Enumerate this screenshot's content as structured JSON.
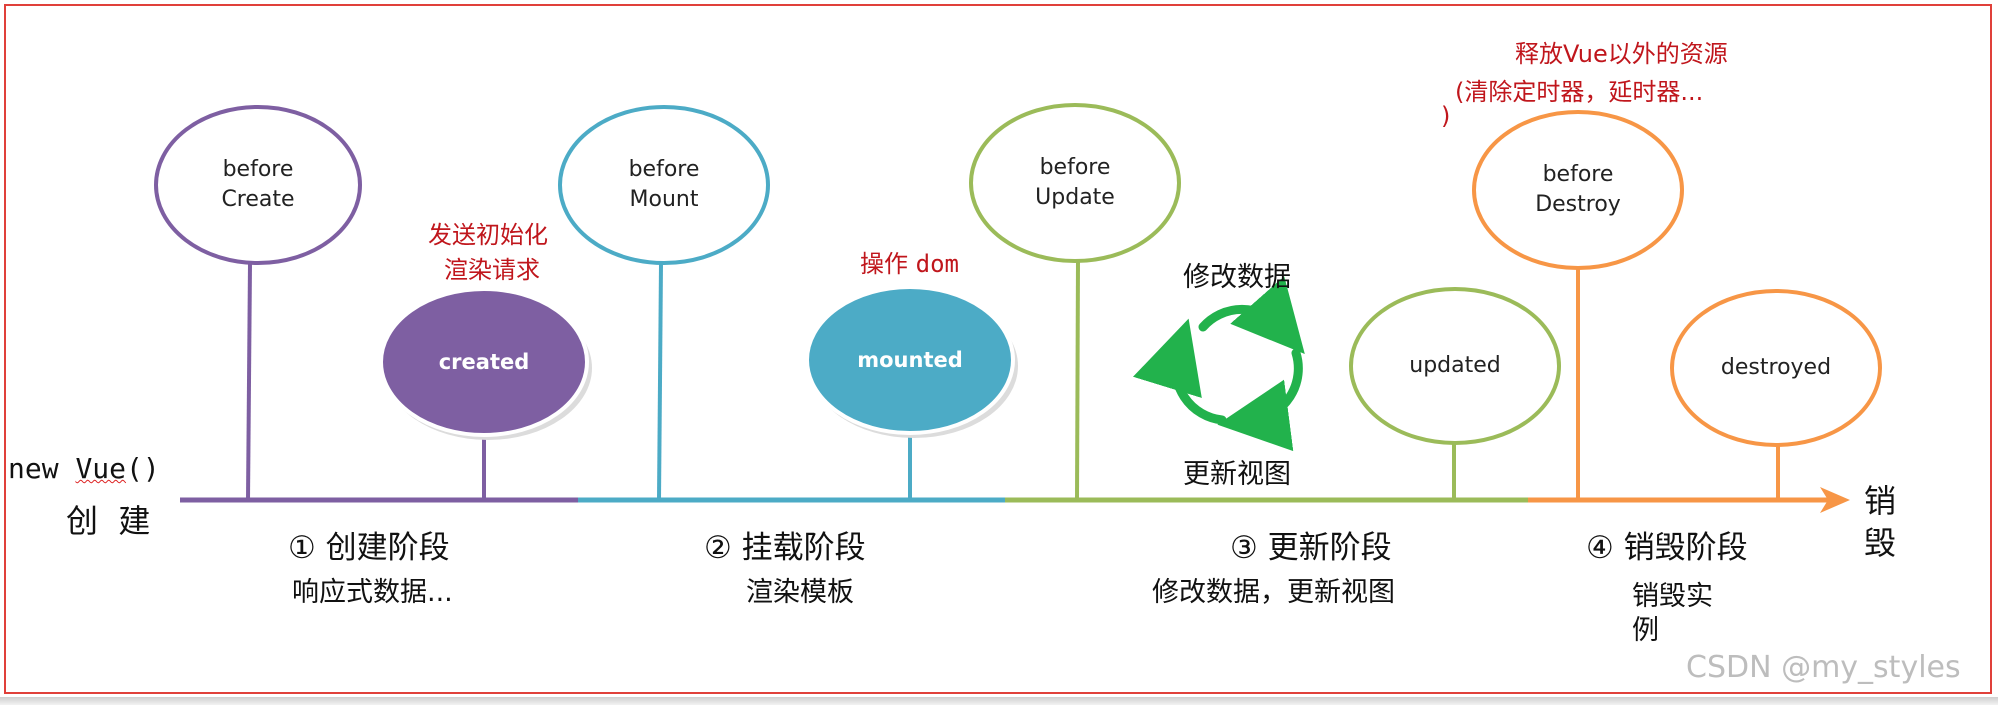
{
  "start_label": {
    "code_prefix": "new ",
    "code_word": "Vue",
    "code_suffix": "()",
    "caption": "创  建"
  },
  "end_label": {
    "line1": "销",
    "line2": "毁"
  },
  "hooks": [
    {
      "id": "before-create",
      "text": "before\nCreate",
      "color": "#7e5fa2",
      "filled": false
    },
    {
      "id": "created",
      "text": "created",
      "color": "#7e5fa2",
      "filled": true
    },
    {
      "id": "before-mount",
      "text": "before\nMount",
      "color": "#4cabc6",
      "filled": false
    },
    {
      "id": "mounted",
      "text": "mounted",
      "color": "#4cabc6",
      "filled": true
    },
    {
      "id": "before-update",
      "text": "before\nUpdate",
      "color": "#9bbb59",
      "filled": false
    },
    {
      "id": "updated",
      "text": "updated",
      "color": "#9bbb59",
      "filled": false
    },
    {
      "id": "before-destroy",
      "text": "before\nDestroy",
      "color": "#f79646",
      "filled": false
    },
    {
      "id": "destroyed",
      "text": "destroyed",
      "color": "#f79646",
      "filled": false
    }
  ],
  "annotations": {
    "created_note_1": "发送初始化",
    "created_note_2": "渲染请求",
    "mounted_note_prefix": "操作 ",
    "mounted_note_code": "dom",
    "destroy_note_1": "释放Vue以外的资源",
    "destroy_note_2": "(清除定时器，延时器...",
    "destroy_note_3": ")",
    "cycle_top": "修改数据",
    "cycle_bottom": "更新视图"
  },
  "phases": [
    {
      "title": "① 创建阶段",
      "desc": "响应式数据...",
      "color": "#7e5fa2"
    },
    {
      "title": "② 挂载阶段",
      "desc": "渲染模板",
      "color": "#4cabc6"
    },
    {
      "title": "③ 更新阶段",
      "desc": "修改数据，更新视图",
      "color": "#9bbb59"
    },
    {
      "title": "④ 销毁阶段",
      "desc_line1": "销毁实",
      "desc_line2": "例",
      "color": "#f79646"
    }
  ],
  "cycle_color": "#22b24c",
  "watermark": "CSDN @my_styles"
}
